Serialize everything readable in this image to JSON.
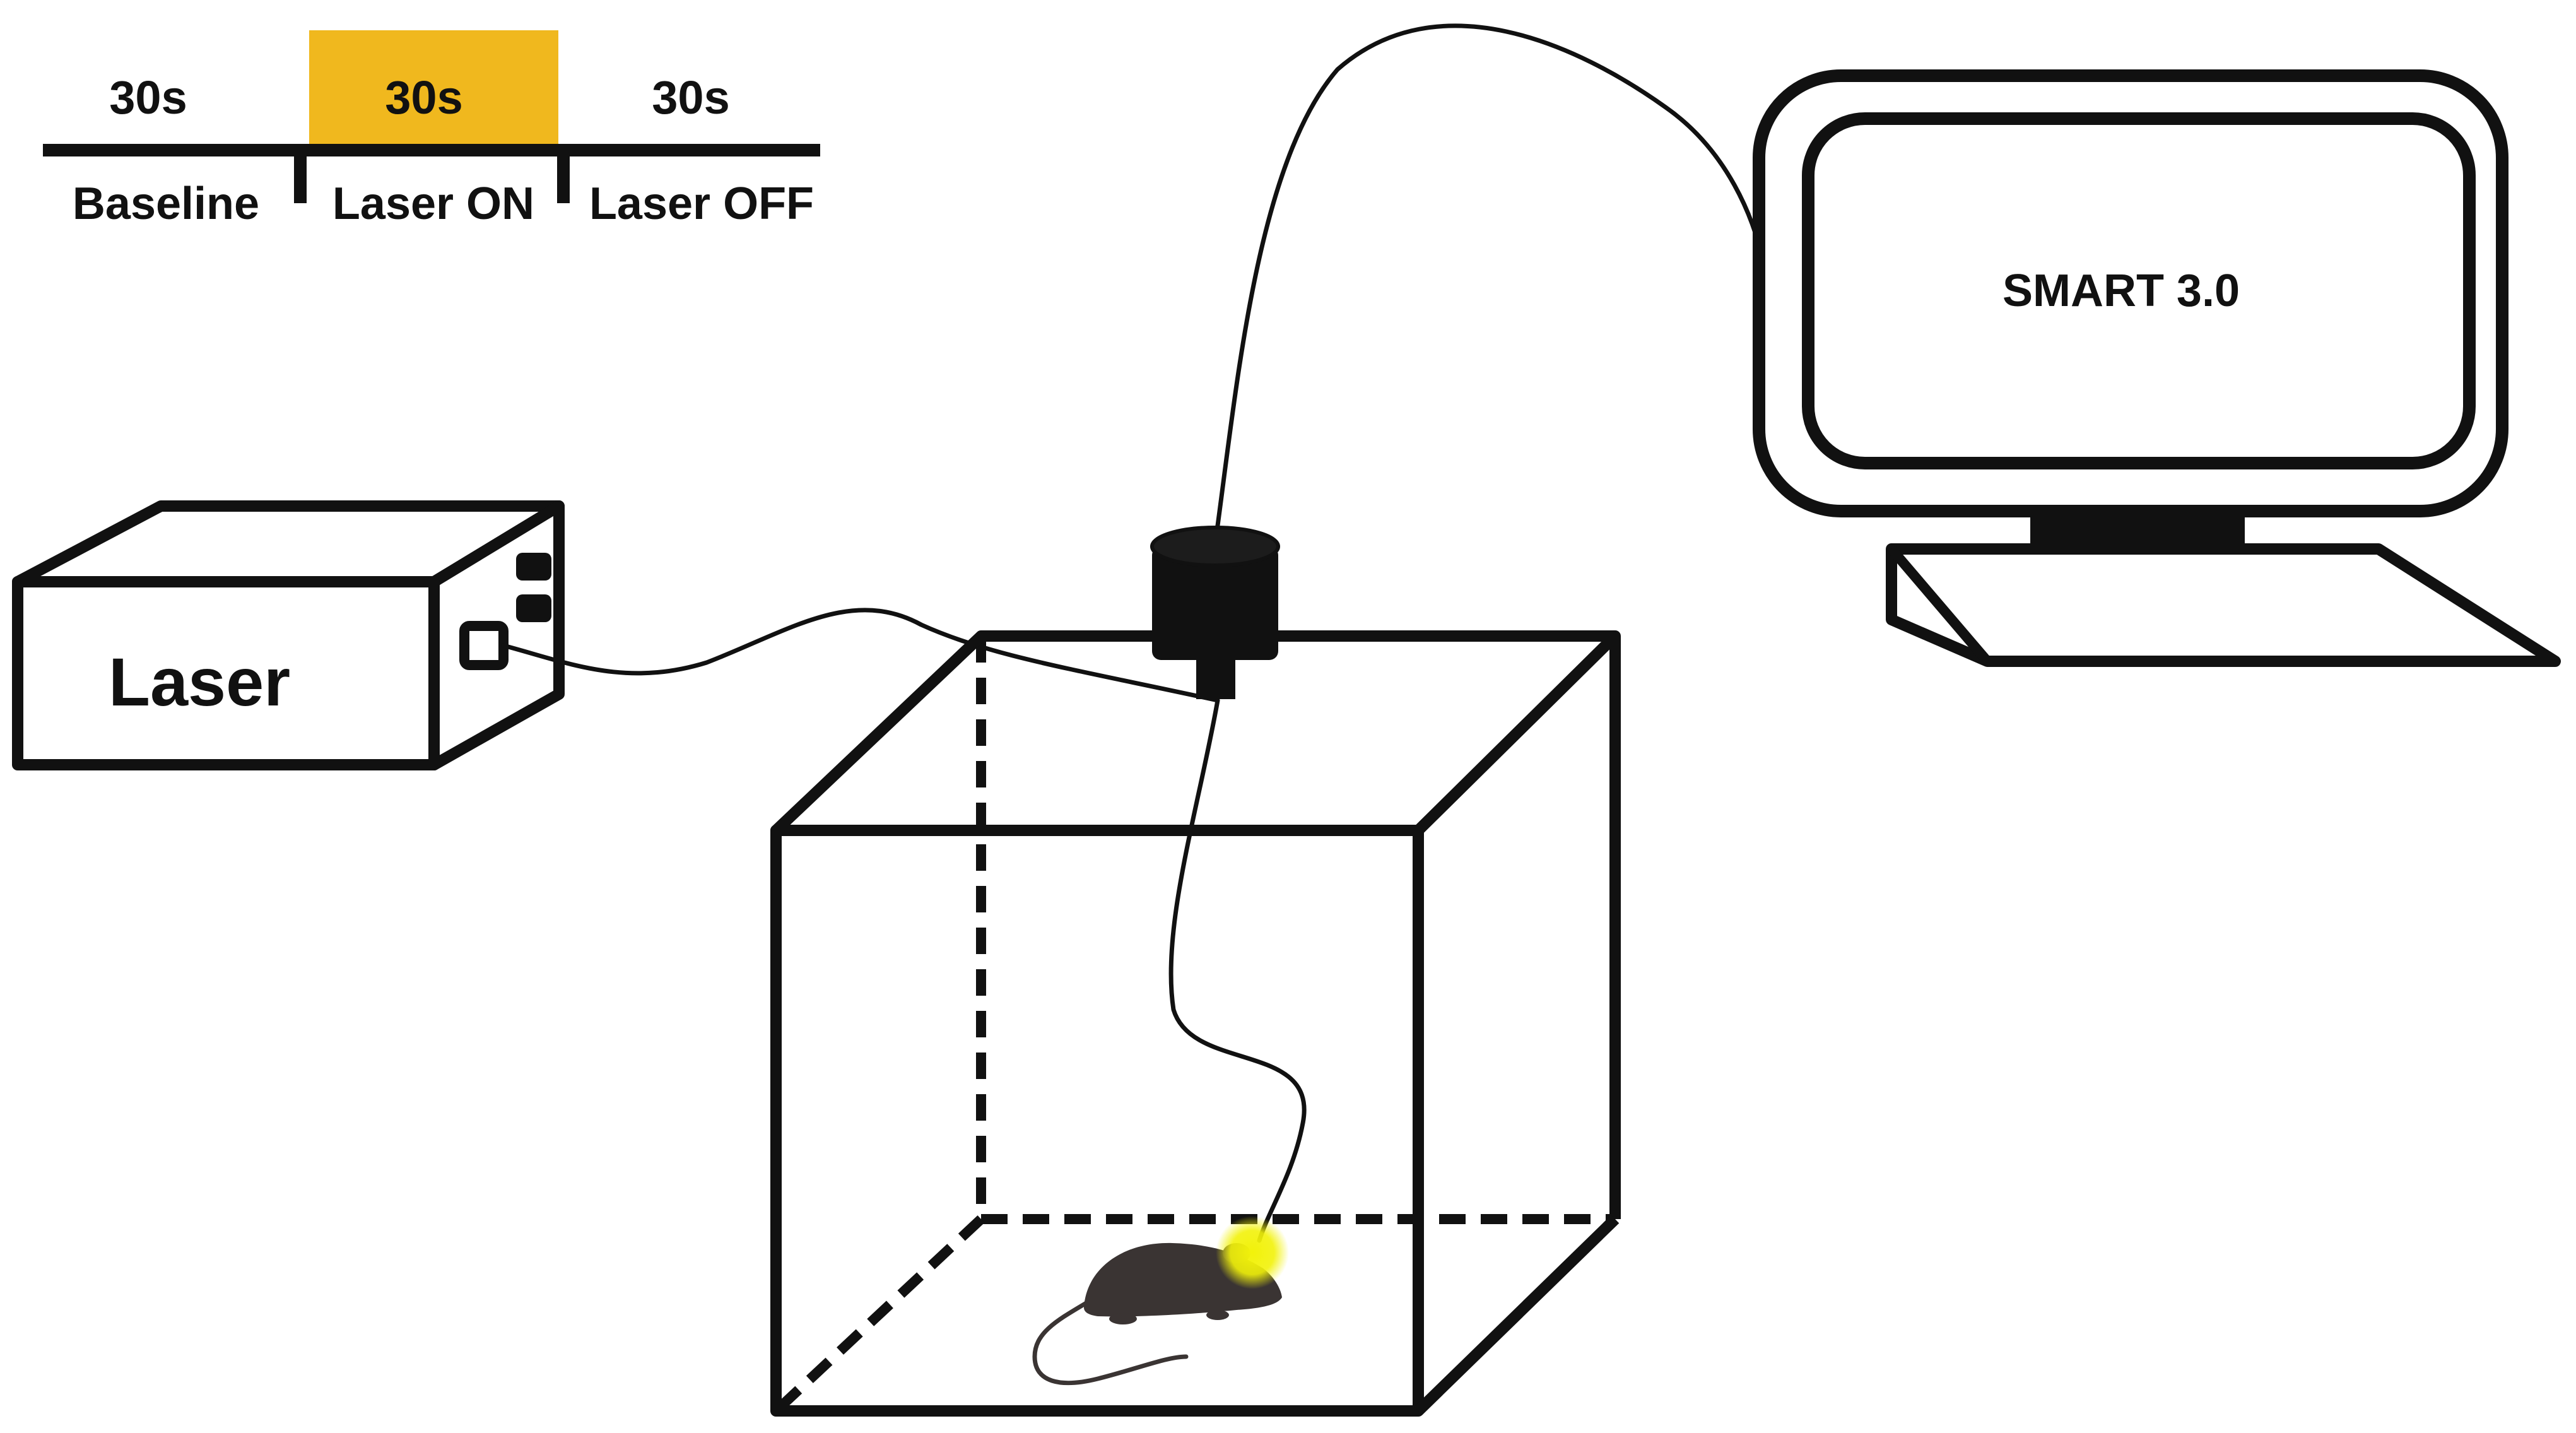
{
  "timeline": {
    "phases": [
      {
        "duration": "30s",
        "label": "Baseline",
        "highlighted": false
      },
      {
        "duration": "30s",
        "label": "Laser ON",
        "highlighted": true
      },
      {
        "duration": "30s",
        "label": "Laser OFF",
        "highlighted": false
      }
    ],
    "highlight_color": "#F0B81E"
  },
  "laser": {
    "label": "Laser"
  },
  "monitor": {
    "label": "SMART 3.0"
  },
  "colors": {
    "line": "#111111",
    "light_spot": "#F2F20A",
    "mouse": "#3a3433"
  }
}
